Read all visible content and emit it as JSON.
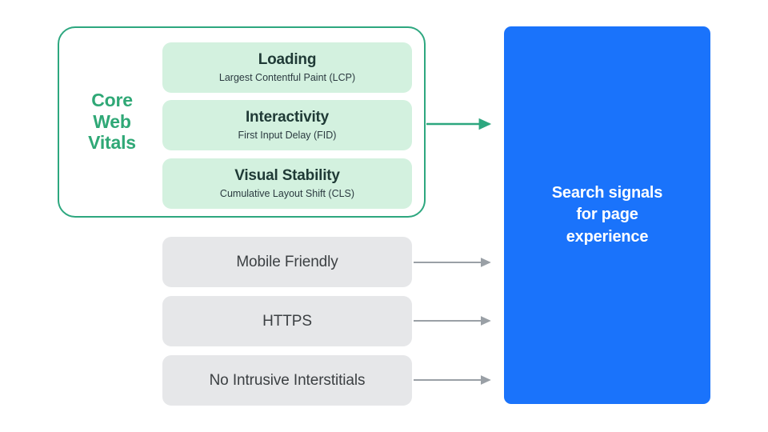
{
  "diagram": {
    "title": "Search signals for page experience",
    "colors": {
      "accent_green": "#2DA77F",
      "label_green": "#2FA876",
      "pill_green_bg": "#D3F1DF",
      "pill_gray_bg": "#E6E7E9",
      "panel_blue": "#1A73FB",
      "arrow_green": "#2DA77F",
      "arrow_gray": "#9AA0A6",
      "text_dark": "#1F3A36",
      "text_gray": "#3C4043",
      "white": "#FFFFFF"
    }
  },
  "core_web_vitals": {
    "group_label_lines": [
      "Core",
      "Web",
      "Vitals"
    ],
    "group_label": "Core Web Vitals",
    "metrics": [
      {
        "title": "Loading",
        "subtitle": "Largest Contentful Paint (LCP)"
      },
      {
        "title": "Interactivity",
        "subtitle": "First Input Delay (FID)"
      },
      {
        "title": "Visual Stability",
        "subtitle": "Cumulative Layout Shift (CLS)"
      }
    ]
  },
  "other_signals": [
    {
      "title": "Mobile Friendly"
    },
    {
      "title": "HTTPS"
    },
    {
      "title": "No Intrusive Interstitials"
    }
  ],
  "output_panel": {
    "lines": [
      "Search signals",
      "for page",
      "experience"
    ],
    "text": "Search signals for page experience"
  },
  "connectors": [
    {
      "name": "core-web-vitals-to-search-signals",
      "color": "#2DA77F"
    },
    {
      "name": "mobile-friendly-to-search-signals",
      "color": "#9AA0A6"
    },
    {
      "name": "https-to-search-signals",
      "color": "#9AA0A6"
    },
    {
      "name": "no-intrusive-interstitials-to-search-signals",
      "color": "#9AA0A6"
    }
  ]
}
